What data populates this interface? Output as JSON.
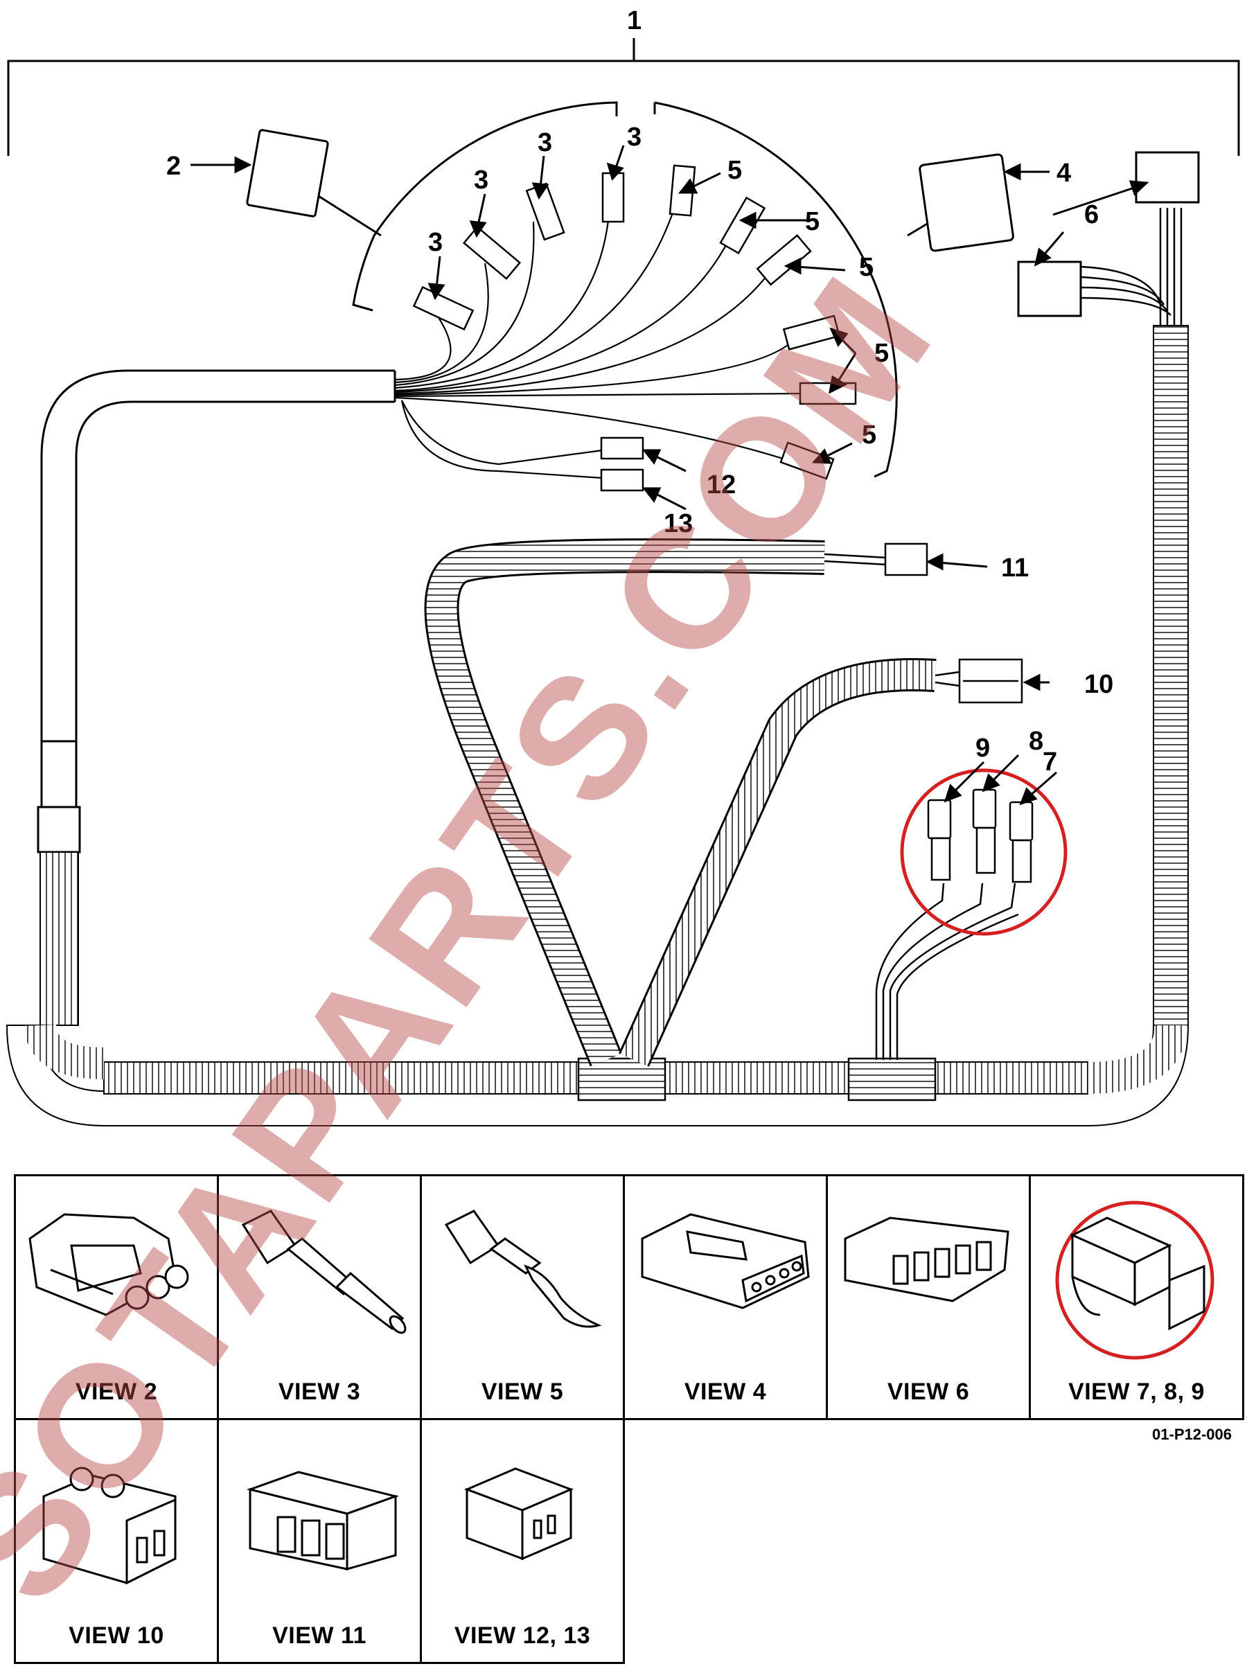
{
  "callouts": {
    "c1": "1",
    "c2": "2",
    "c3": "3",
    "c4": "4",
    "c5": "5",
    "c6": "6",
    "c7": "7",
    "c8": "8",
    "c9": "9",
    "c10": "10",
    "c11": "11",
    "c12": "12",
    "c13": "13"
  },
  "views": [
    {
      "label": "VIEW 2",
      "icon": "weather-pack-3-pin-connector-icon"
    },
    {
      "label": "VIEW 3",
      "icon": "pin-terminal-with-seal-icon"
    },
    {
      "label": "VIEW 5",
      "icon": "socket-terminal-with-seal-icon"
    },
    {
      "label": "VIEW 4",
      "icon": "multi-pin-housing-icon"
    },
    {
      "label": "VIEW 6",
      "icon": "edge-connector-6-way-icon"
    },
    {
      "label": "VIEW 7, 8, 9",
      "icon": "latch-connector-icon"
    },
    {
      "label": "VIEW 10",
      "icon": "two-way-latch-connector-icon"
    },
    {
      "label": "VIEW 11",
      "icon": "three-way-connector-icon"
    },
    {
      "label": "VIEW 12, 13",
      "icon": "two-way-plug-icon"
    }
  ],
  "drawing_number": "01-P12-006",
  "watermark": "SOTAPARTS.COM",
  "colors": {
    "highlight_circle": "#d42020",
    "watermark": "#b94848"
  }
}
